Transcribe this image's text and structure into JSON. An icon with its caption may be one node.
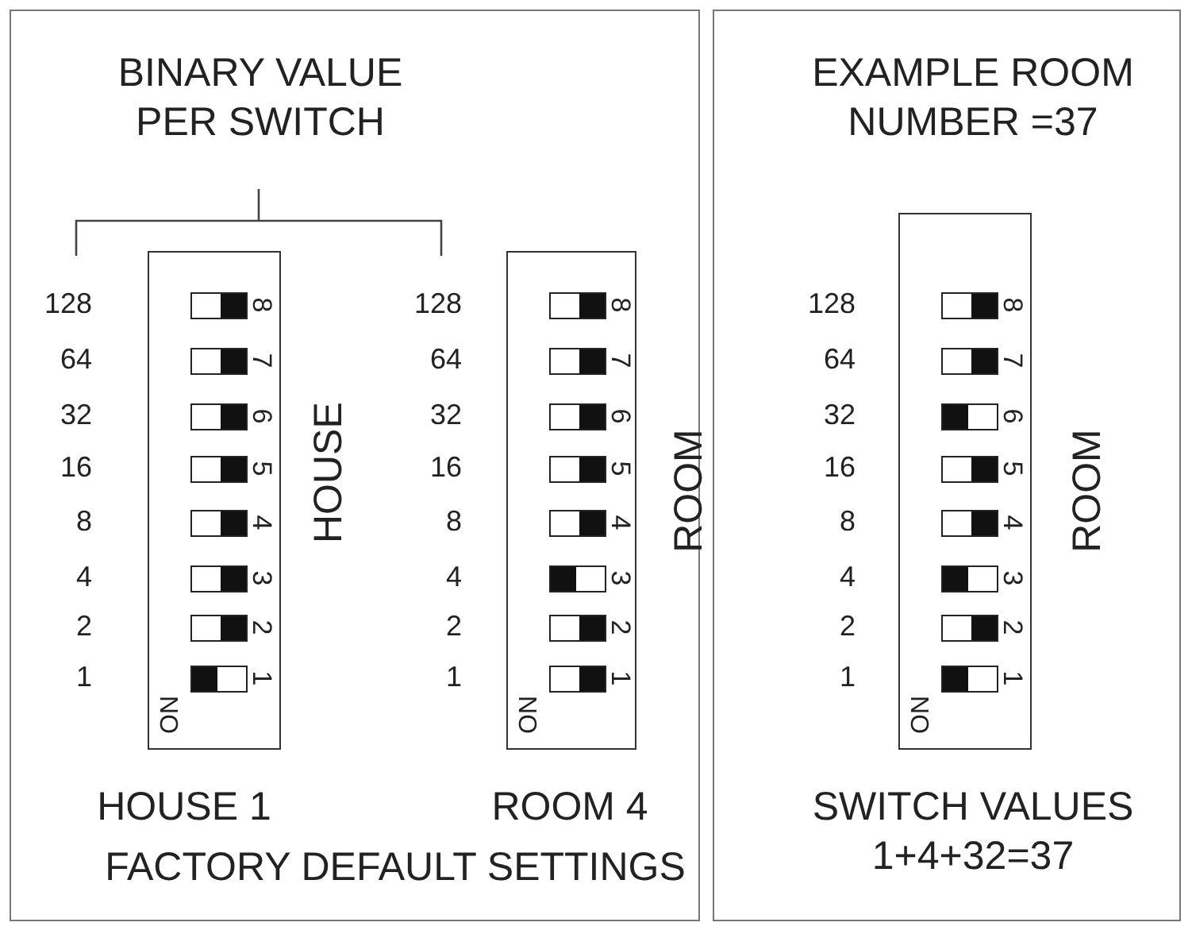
{
  "diagram": {
    "nodes": [
      {
        "text": [
          "BINARY VALUE PER SWITCH",
          "HOUSE 1",
          "ROOM 4",
          "FACTORY DEFAULT SETTINGS"
        ]
      },
      {
        "text": [
          "8",
          "7",
          "6",
          "5",
          "4",
          "3",
          "2",
          "1",
          "ON"
        ],
        "in": 0,
        "beside": [
          "HOUSE"
        ]
      },
      {
        "text": [
          "8",
          "7",
          "6",
          "5",
          "4",
          "3",
          "2",
          "1",
          "ON"
        ],
        "in": 0,
        "beside": [
          "ROOM"
        ]
      },
      {
        "text": [
          "EXAMPLE ROOM NUMBER =37",
          "SWITCH VALUES 1+4+32=37"
        ]
      },
      {
        "text": [
          "8",
          "7",
          "6",
          "5",
          "4",
          "3",
          "2",
          "1",
          "ON"
        ],
        "in": 3,
        "beside": [
          "ROOM"
        ]
      }
    ],
    "labels": [
      "128",
      "64",
      "32",
      "16",
      "8",
      "4",
      "2",
      "1",
      "128",
      "64",
      "32",
      "16",
      "8",
      "4",
      "2",
      "1",
      "128",
      "64",
      "32",
      "16",
      "8",
      "4",
      "2",
      "1"
    ]
  }
}
